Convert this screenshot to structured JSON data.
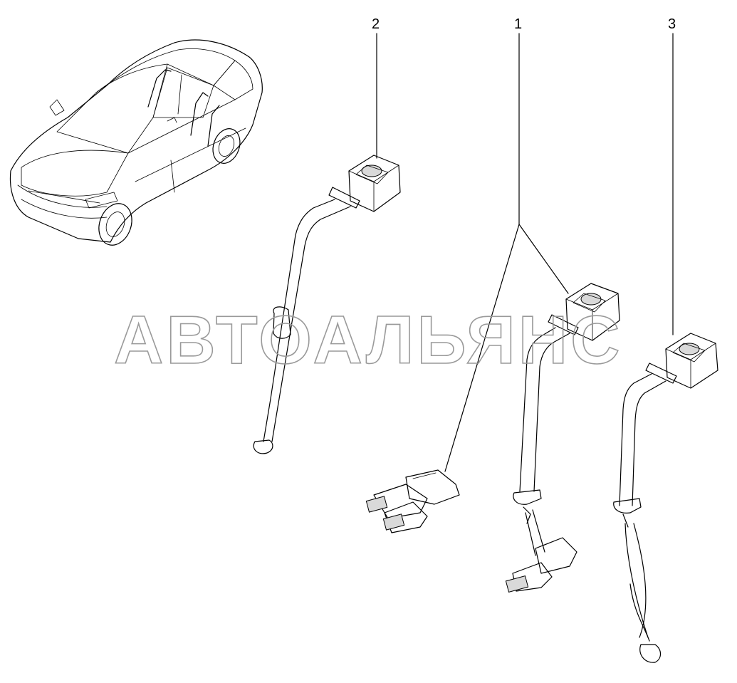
{
  "callouts": [
    {
      "number": "2"
    },
    {
      "number": "3"
    },
    {
      "number": "1"
    }
  ],
  "watermark": "АВТОАЛЬЯНС",
  "colors": {
    "line": "#000000",
    "watermark": "#9a9a9a",
    "background": "#ffffff"
  }
}
